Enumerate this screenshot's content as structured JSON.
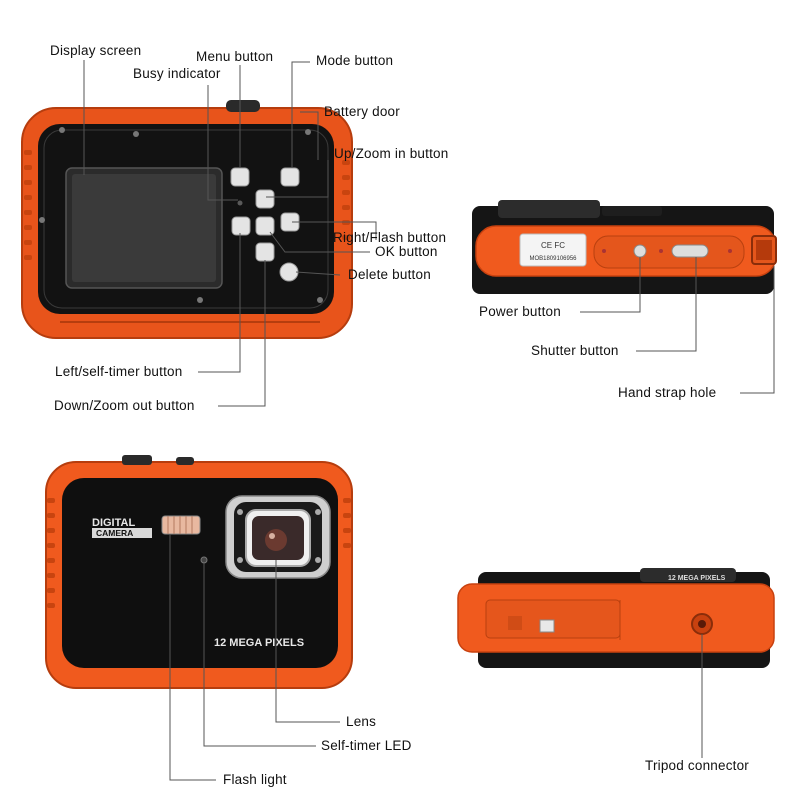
{
  "labels": {
    "display_screen": "Display screen",
    "menu_button": "Menu button",
    "mode_button": "Mode button",
    "busy_indicator": "Busy indicator",
    "battery_door": "Battery door",
    "up_zoom_in_button": "Up/Zoom in button",
    "right_flash_button": "Right/Flash button",
    "ok_button": "OK button",
    "delete_button": "Delete button",
    "left_self_timer_button": "Left/self-timer button",
    "down_zoom_out_button": "Down/Zoom out button",
    "power_button": "Power button",
    "shutter_button": "Shutter button",
    "hand_strap_hole": "Hand strap hole",
    "lens": "Lens",
    "self_timer_led": "Self-timer LED",
    "flash_light": "Flash light",
    "tripod_connector": "Tripod connector"
  },
  "camera_print": {
    "digital": "DIGITAL",
    "camera": "CAMERA",
    "megapixels": "12 MEGA PIXELS",
    "top_megapixels": "12 MEGA PIXELS",
    "model_text": "MOB1809106956"
  },
  "colors": {
    "body_orange": "#f05a1e",
    "body_orange_dark": "#c8410f",
    "body_black": "#111111",
    "leader_line": "#555555",
    "screen": "#2a2a2a"
  }
}
